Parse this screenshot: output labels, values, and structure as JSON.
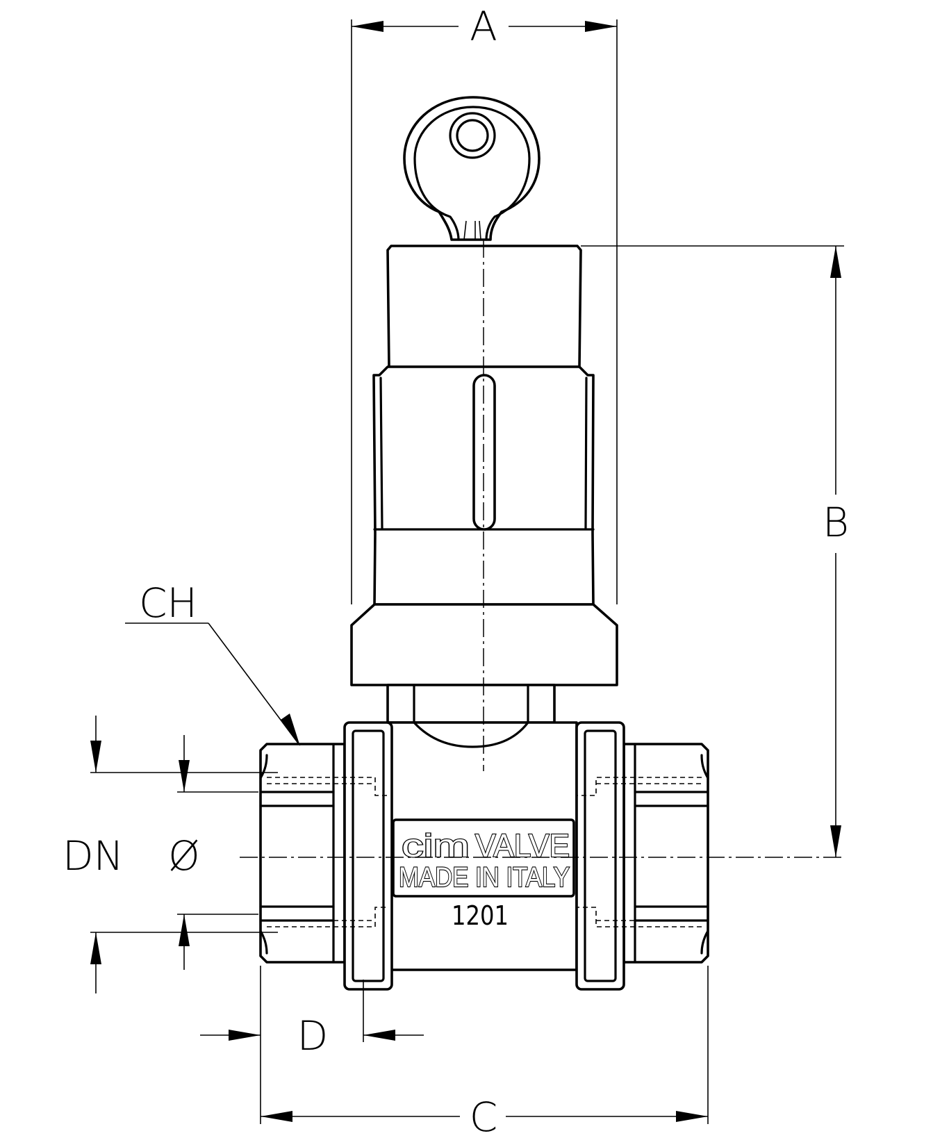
{
  "dimensions": {
    "a": "A",
    "b": "B",
    "c": "C",
    "d": "D",
    "ch": "CH",
    "dn": "DN",
    "diameter": "Ø"
  },
  "marking": {
    "brand": "cim",
    "product": "VALVE",
    "origin": "MADE IN ITALY",
    "model": "1201"
  },
  "colors": {
    "line": "#000000",
    "background": "#ffffff"
  }
}
